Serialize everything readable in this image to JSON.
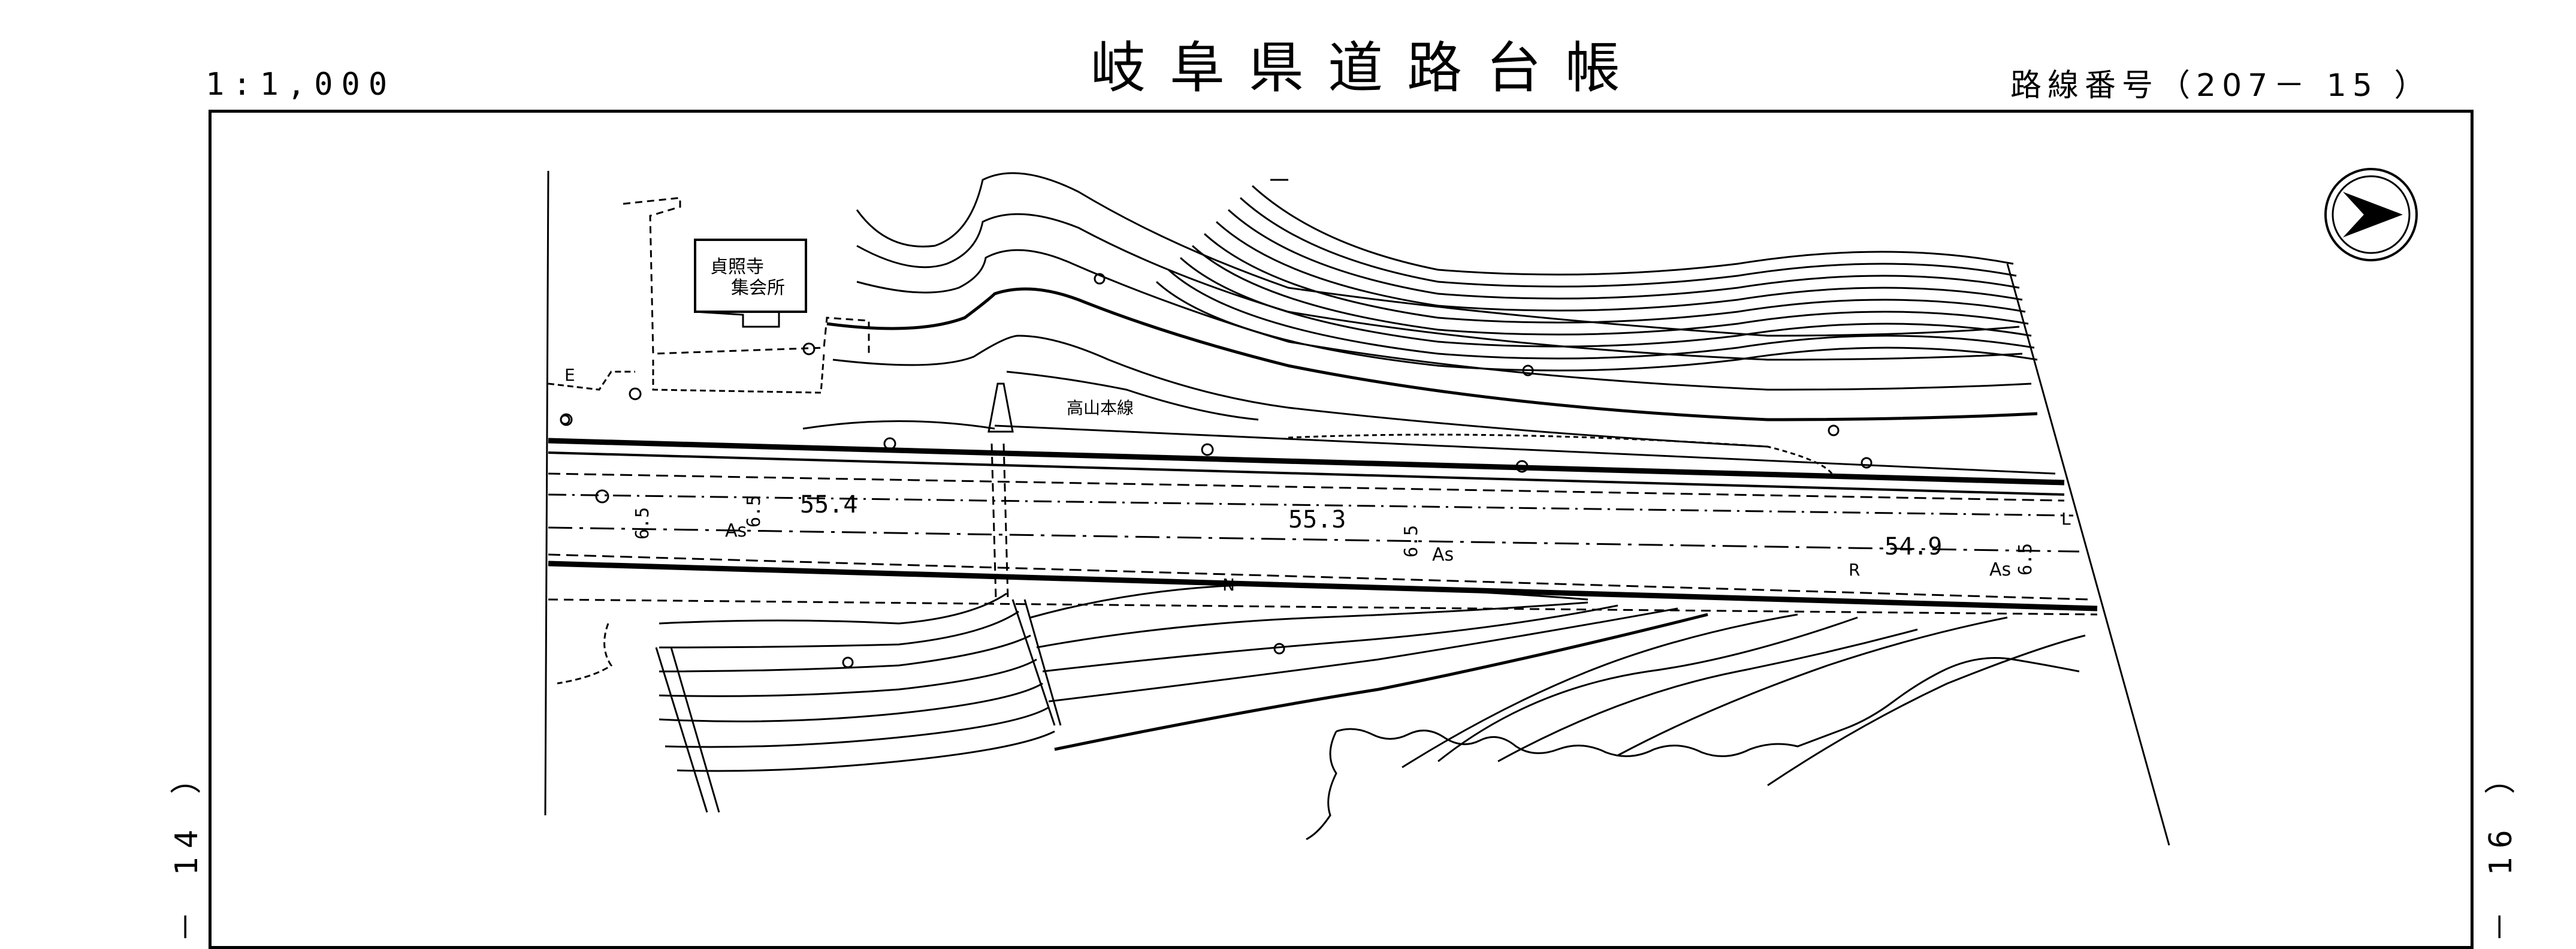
{
  "header": {
    "scale": "1:1,000",
    "title": "岐阜県道路台帳",
    "route_number": "路線番号（207－ 15 ）"
  },
  "adjacent_sheets": {
    "left": "－ 14 ）",
    "right": "－ 16 ）"
  },
  "map": {
    "building_label_1": "貞照寺",
    "building_label_2": "集会所",
    "railway_label": "高山本線",
    "elevation_1": "55.4",
    "elevation_2": "55.3",
    "elevation_3": "54.9",
    "width_label_1": "6.5",
    "width_label_2": "6.5",
    "width_label_3": "6.5",
    "width_label_4": "6.5",
    "pavement_1": "As",
    "pavement_2": "As",
    "pavement_3": "As",
    "symbol_e": "E",
    "symbol_l": "L",
    "symbol_n": "N",
    "symbol_r": "R",
    "north_arrow_icon": "north-arrow-icon"
  }
}
